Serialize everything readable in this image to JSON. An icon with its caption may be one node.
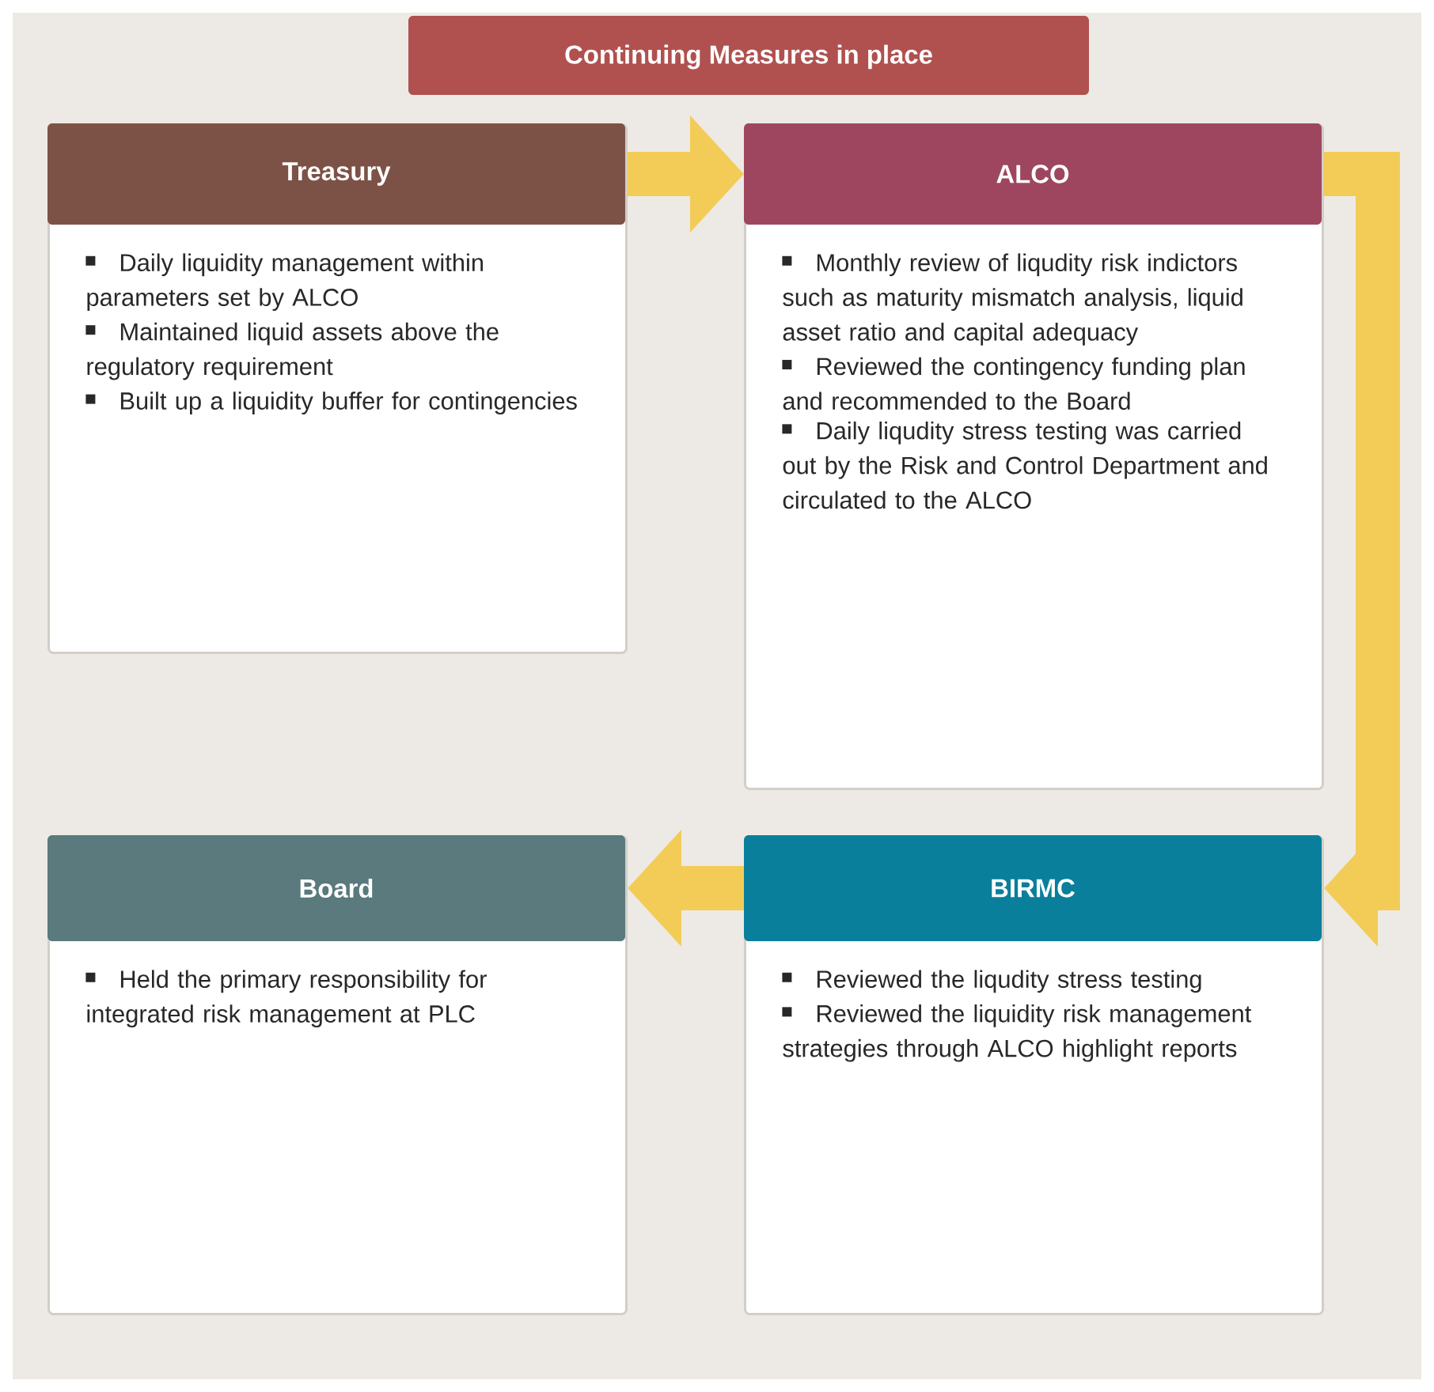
{
  "diagram": {
    "title": "Continuing Measures in place",
    "nodes": [
      {
        "text": [
          "Treasury",
          "Daily liquidity management within parameters set by ALCO",
          "Maintained liquid assets above the regulatory requirement",
          "Built up a liquidity buffer for contingencies"
        ]
      },
      {
        "text": [
          "ALCO",
          "Monthly review of liqudity risk indictors such as maturity mismatch analysis, liquid asset ratio and capital adequacy",
          "Reviewed the contingency funding plan and recommended to the Board",
          "Daily liqudity stress testing was carried out by the Risk and Control Department and circulated to the ALCO"
        ]
      },
      {
        "text": [
          "Board",
          "Held the primary responsibility for integrated risk management at PLC"
        ]
      },
      {
        "text": [
          "BIRMC",
          "Reviewed the liqudity stress testing",
          "Reviewed the liquidity risk management strategies through ALCO highlight reports"
        ]
      }
    ],
    "edges": [
      {
        "from": 0,
        "to": 1,
        "arrow": "to"
      },
      {
        "from": 1,
        "to": 3,
        "arrow": "to"
      },
      {
        "from": 3,
        "to": 2,
        "arrow": "to"
      }
    ]
  }
}
